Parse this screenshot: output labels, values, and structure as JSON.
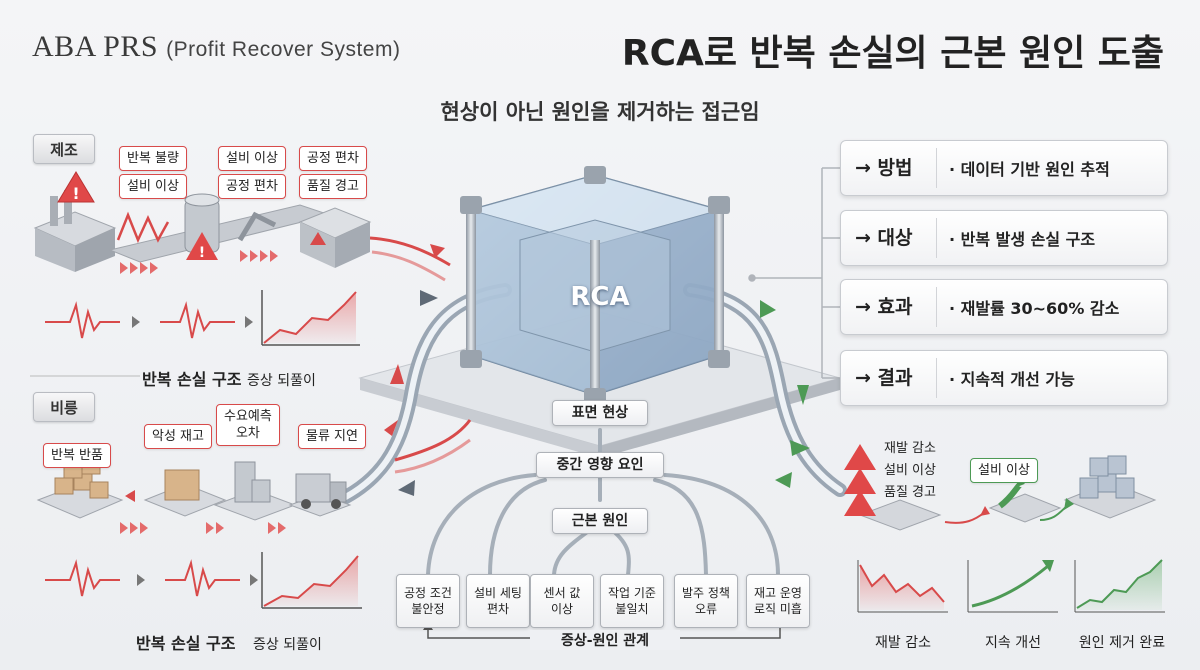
{
  "header": {
    "brand": "ABA PRS",
    "brand_sub": "(Profit Recover System)",
    "title": "RCA로 반복 손실의 근본 원인 도출",
    "subtitle": "현상이 아닌 원인을 제거하는 접근임"
  },
  "manufacturing": {
    "tag": "제조",
    "chips": [
      "반복 불량",
      "설비 이상",
      "설비 이상",
      "공정 편차",
      "공정 편차",
      "품질 경고"
    ],
    "caption_main": "반복 손실 구조",
    "caption_sub": "증상 되풀이"
  },
  "nonmanufacturing": {
    "tag": "비릉",
    "chips": [
      "반복 반품",
      "악성 재고",
      "수요예측\n오차",
      "물류 지연"
    ],
    "caption_main": "반복 손실 구조",
    "caption_sub": "증상 되풀이"
  },
  "core": {
    "label": "RCA",
    "flow": [
      "표면 현상",
      "중간 영향 요인",
      "근본 원인"
    ],
    "causes": [
      "공정 조건\n불안정",
      "설비 세팅\n편차",
      "센서 값\n이상",
      "작업 기준\n불일치",
      "발주 정책\n오류",
      "재고 운영\n로직 미흡"
    ],
    "relation": "증상-원인 관계"
  },
  "info": [
    {
      "label": "→ 방법",
      "value": "· 데이터 기반 원인 추적"
    },
    {
      "label": "→ 대상",
      "value": "· 반복 발생 손실 구조"
    },
    {
      "label": "→ 효과",
      "value": "· 재발률 30~60% 감소"
    },
    {
      "label": "→ 결과",
      "value": "·   지속적 개선 가능"
    }
  ],
  "outcome": {
    "warnings": [
      "재발 감소",
      "설비 이상",
      "품질 경고"
    ],
    "chip": "설비 이상",
    "minis": [
      "재발 감소",
      "지속 개선",
      "원인 제거 완료"
    ]
  },
  "colors": {
    "accent_red": "#d84a4a",
    "accent_green": "#4d9a55",
    "steel": "#9aa3ad"
  }
}
